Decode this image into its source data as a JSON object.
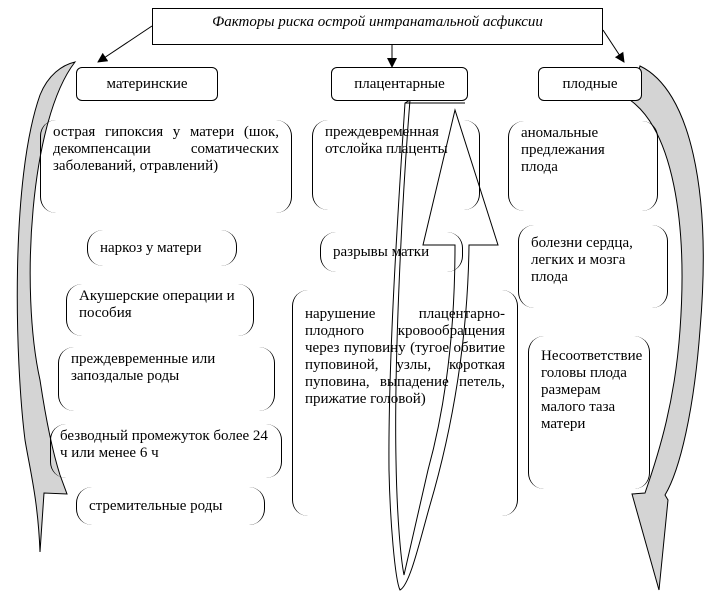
{
  "title": "Факторы риска острой интранатальной асфиксии",
  "headers": {
    "maternal": "материнские",
    "placental": "плацентарные",
    "fetal": "плодные"
  },
  "maternal_items": [
    "острая гипоксия у матери (шок, декомпенсации соматических заболеваний, отравлений)",
    "наркоз у матери",
    "Акушерские операции и пособия",
    "преждевременные или запоздалые роды",
    "безводный промежуток более 24 ч или менее 6 ч",
    "стремительные роды"
  ],
  "placental_items": [
    "преждевременная отслойка плаценты",
    "разрывы матки",
    "нарушение плацентарно-плодного кровообращения через пуповину (тугое обвитие пуповиной, узлы, короткая пуповина, выпадение петель, прижатие головой)"
  ],
  "fetal_items": [
    "аномальные предлежания плода",
    "болезни сердца, легких и мозга плода",
    "Несоответствие головы плода размерам малого таза матери"
  ]
}
